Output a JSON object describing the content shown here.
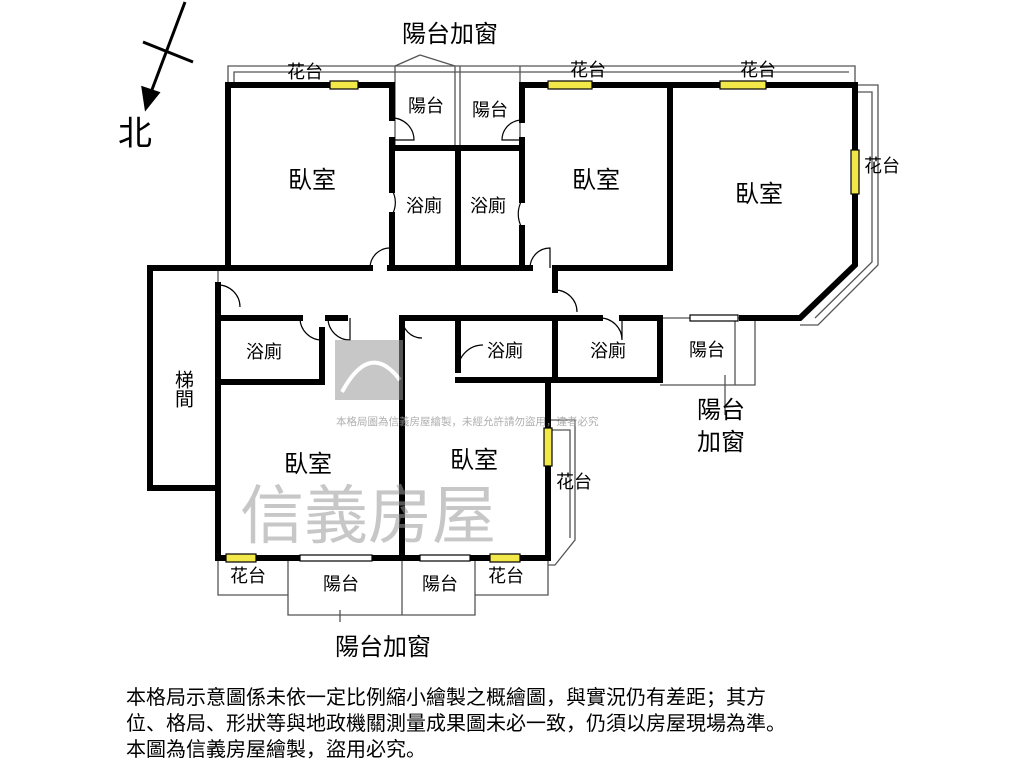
{
  "compass": {
    "north_label": "北"
  },
  "rooms": {
    "bedroom_top_left": "臥室",
    "bedroom_top_mid": "臥室",
    "bedroom_top_right": "臥室",
    "bedroom_bottom_left": "臥室",
    "bedroom_bottom_mid": "臥室",
    "bath_top_1": "浴廁",
    "bath_top_2": "浴廁",
    "bath_left": "浴廁",
    "bath_mid_1": "浴廁",
    "bath_mid_2": "浴廁",
    "stairs": "梯間",
    "balcony_top_1": "陽台",
    "balcony_top_2": "陽台",
    "balcony_right": "陽台",
    "balcony_bottom_1": "陽台",
    "balcony_bottom_2": "陽台",
    "planter_top_1": "花台",
    "planter_top_2": "花台",
    "planter_top_3": "花台",
    "planter_right": "花台",
    "planter_mid": "花台",
    "planter_bottom_1": "花台",
    "planter_bottom_2": "花台"
  },
  "annotations": {
    "top_enclosed_balcony": "陽台加窗",
    "right_enclosed_balcony_1": "陽台",
    "right_enclosed_balcony_2": "加窗",
    "bottom_enclosed_balcony": "陽台加窗"
  },
  "watermark": {
    "brand": "信義房屋",
    "notice": "本格局圖為信義房屋繪製，未經允許請勿盜用，違者必究"
  },
  "disclaimer": {
    "line1": "本格局示意圖係未依一定比例縮小繪製之概繪圖，與實況仍有差距；其方",
    "line2": "位、格局、形狀等與地政機關測量成果圖未必一致，仍須以房屋現場為準。",
    "line3": "本圖為信義房屋繪製，盜用必究。"
  },
  "colors": {
    "wall": "#000000",
    "window": "#f2e84a",
    "watermark": "#9a9a9a"
  }
}
